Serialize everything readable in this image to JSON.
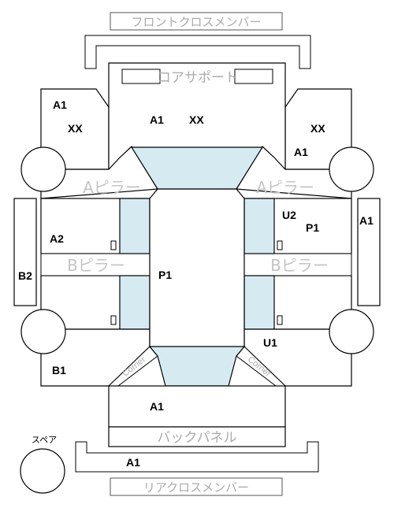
{
  "labels": {
    "front_cross_member": "フロントクロスメンバー",
    "core_support": "コアサポート",
    "a_pillar": "Aピラー",
    "b_pillar": "Bピラー",
    "back_panel": "バックパネル",
    "rear_cross_member": "リアクロスメンバー",
    "spare": "スペア",
    "corner": "Corner"
  },
  "codes": {
    "front_left_fender_a": "A1",
    "front_left_fender_x": "XX",
    "hood_a": "A1",
    "hood_x": "XX",
    "front_right_fender_x": "XX",
    "front_right_fender_a": "A1",
    "front_left_door": "A2",
    "left_sill": "B2",
    "roof": "P1",
    "front_right_door_u": "U2",
    "front_right_door_p": "P1",
    "right_sill": "A1",
    "rear_right_door": "U1",
    "rear_left_quarter": "B1",
    "trunk": "A1",
    "rear_bumper": "A1"
  },
  "colors": {
    "glass": "#d6eaf2",
    "outline": "#000000",
    "label_gray": "#aaaaaa"
  }
}
